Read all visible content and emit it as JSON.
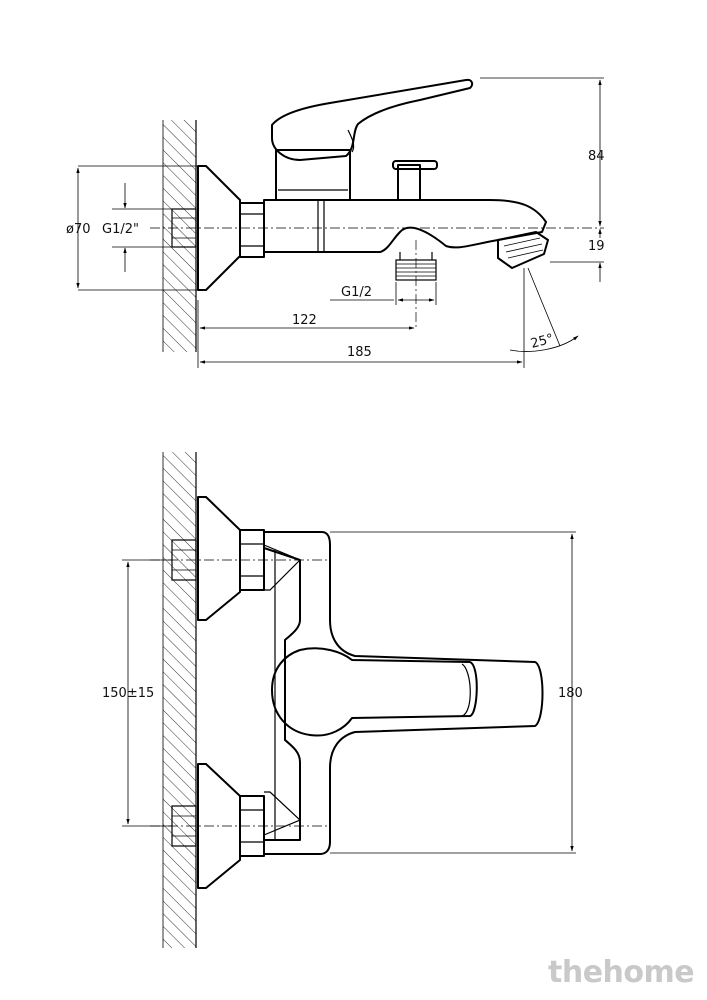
{
  "dimensions": {
    "height_84": "84",
    "height_19": "19",
    "diameter": "ø70",
    "thread_wall": "G1/2\"",
    "thread_outlet": "G1/2",
    "length_122": "122",
    "length_185": "185",
    "angle": "25°",
    "spacing": "150±15",
    "height_180": "180"
  },
  "watermark": "thehome"
}
